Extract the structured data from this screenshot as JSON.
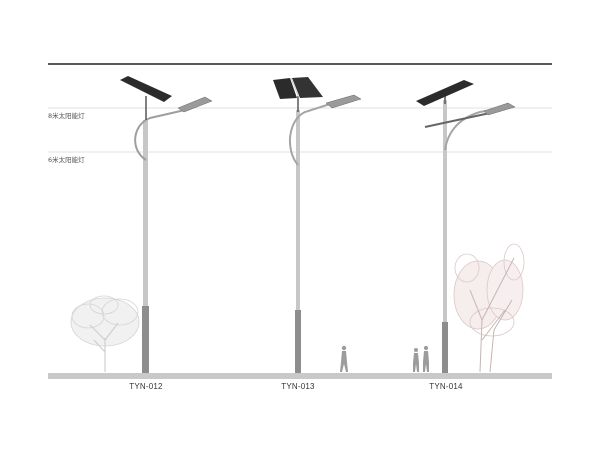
{
  "guides": [
    {
      "label": "8米太阳能灯"
    },
    {
      "label": "6米太阳能灯"
    }
  ],
  "poles": [
    {
      "model": "TYN-012",
      "panel": "single",
      "arm": "single-curved"
    },
    {
      "model": "TYN-013",
      "panel": "double",
      "arm": "single-curved"
    },
    {
      "model": "TYN-014",
      "panel": "single",
      "arm": "double-straight"
    }
  ],
  "colors": {
    "pole": "#b8b8b8",
    "pole_dark": "#8a8a8a",
    "ground": "#c8c8c8",
    "guide_line": "#d6d6d6",
    "top_rule": "#222222",
    "panel": "#2b2b2b",
    "tree": "#d9d9d9",
    "tree_pink": "#dcc7c7",
    "person": "#9a9a9a"
  }
}
